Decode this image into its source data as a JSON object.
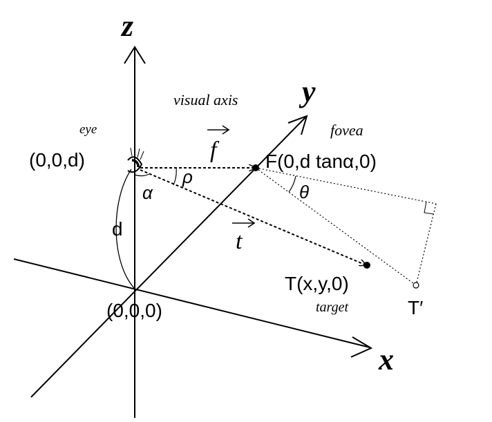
{
  "axes": {
    "x_label": "x",
    "y_label": "y",
    "z_label": "z"
  },
  "labels": {
    "visual_axis": "visual axis",
    "eye_caption": "eye",
    "eye_coord": "(0,0,d)",
    "fovea_caption": "fovea",
    "fovea_coord": "F(0,d tanα,0)",
    "target_coord": "T(x,y,0)",
    "target_caption": "target",
    "origin_coord": "(0,0,0)",
    "t_prime": "T′",
    "height": "d"
  },
  "vectors": {
    "f": "f",
    "t": "t"
  },
  "angles": {
    "alpha": "α",
    "rho": "ρ",
    "theta": "θ"
  }
}
